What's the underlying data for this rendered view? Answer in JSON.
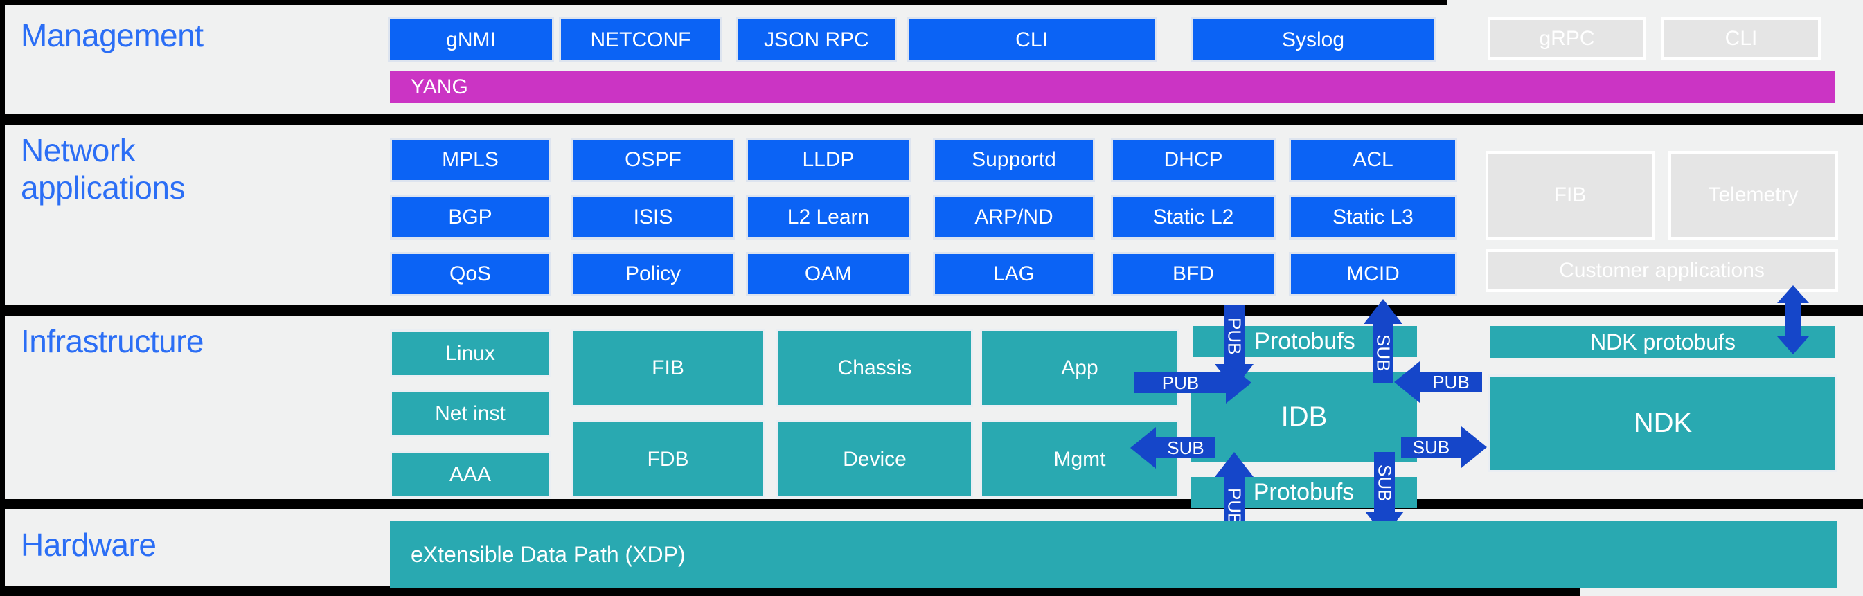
{
  "colors": {
    "background": "#f0f1f1",
    "divider": "#000000",
    "button_blue": "#0b63f5",
    "teal": "#29a9b1",
    "magenta": "#cb34c4",
    "arrow_blue": "#1546c9",
    "gray_box": "#e5e5e5",
    "title_blue": "#2b6ef5"
  },
  "management": {
    "title": "Management",
    "buttons": [
      {
        "label": "gNMI"
      },
      {
        "label": "NETCONF"
      },
      {
        "label": "JSON RPC"
      },
      {
        "label": "CLI"
      },
      {
        "label": "Syslog"
      }
    ],
    "gray_buttons": [
      {
        "label": "gRPC"
      },
      {
        "label": "CLI"
      }
    ],
    "yang_label": "YANG"
  },
  "network_applications": {
    "title_line1": "Network",
    "title_line2": "applications",
    "buttons": [
      {
        "label": "MPLS"
      },
      {
        "label": "OSPF"
      },
      {
        "label": "LLDP"
      },
      {
        "label": "Supportd"
      },
      {
        "label": "DHCP"
      },
      {
        "label": "ACL"
      },
      {
        "label": "BGP"
      },
      {
        "label": "ISIS"
      },
      {
        "label": "L2 Learn"
      },
      {
        "label": "ARP/ND"
      },
      {
        "label": "Static L2"
      },
      {
        "label": "Static L3"
      },
      {
        "label": "QoS"
      },
      {
        "label": "Policy"
      },
      {
        "label": "OAM"
      },
      {
        "label": "LAG"
      },
      {
        "label": "BFD"
      },
      {
        "label": "MCID"
      }
    ],
    "gray_boxes": [
      {
        "label": "FIB"
      },
      {
        "label": "Telemetry"
      },
      {
        "label": "Customer applications"
      }
    ]
  },
  "infrastructure": {
    "title": "Infrastructure",
    "small_boxes": [
      {
        "label": "Linux"
      },
      {
        "label": "Net inst"
      },
      {
        "label": "AAA"
      }
    ],
    "medium_boxes": [
      {
        "label": "FIB"
      },
      {
        "label": "FDB"
      },
      {
        "label": "Chassis"
      },
      {
        "label": "Device"
      },
      {
        "label": "App"
      },
      {
        "label": "Mgmt"
      }
    ],
    "protobufs_top_label": "Protobufs",
    "protobufs_bottom_label": "Protobufs",
    "idb_label": "IDB",
    "ndk_protobufs_label": "NDK protobufs",
    "ndk_label": "NDK",
    "arrows": {
      "top_pub": "PUB",
      "top_sub": "SUB",
      "left_pub": "PUB",
      "left_sub": "SUB",
      "right_pub": "PUB",
      "right_sub": "SUB",
      "bottom_pub": "PUB",
      "bottom_sub": "SUB"
    }
  },
  "hardware": {
    "title": "Hardware",
    "xdp_label": "eXtensible Data Path (XDP)"
  }
}
